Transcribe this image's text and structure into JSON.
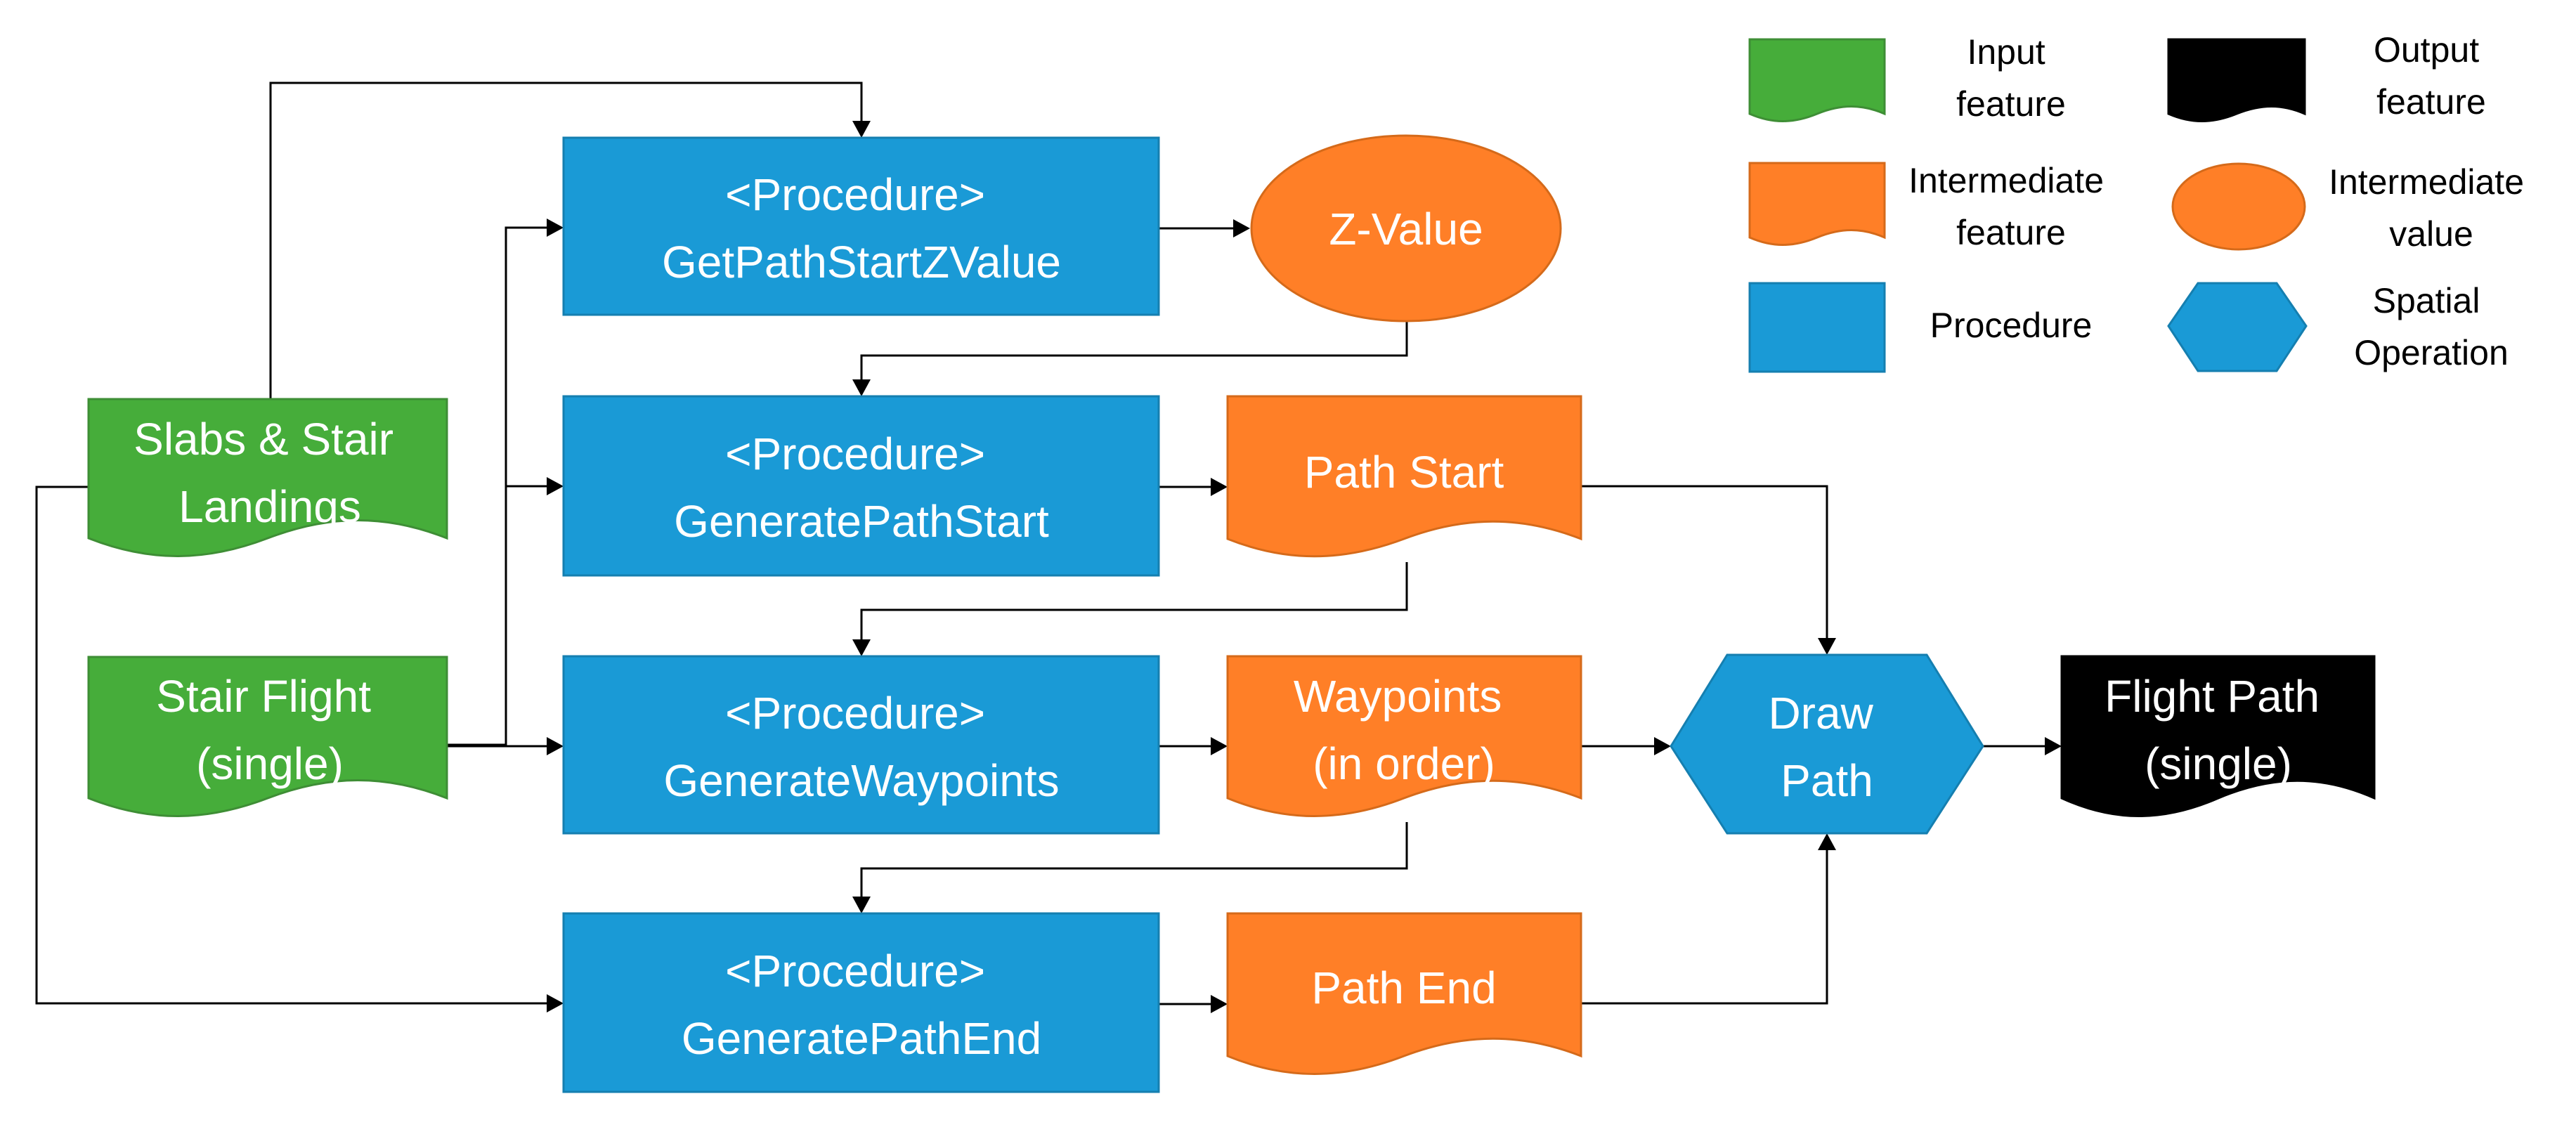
{
  "colors": {
    "input": "#46AD3A",
    "input_border": "#3E8E35",
    "intermediate": "#FF7F27",
    "intermediate_border": "#D56A1A",
    "procedure": "#1A9AD6",
    "procedure_border": "#157FB0",
    "output": "#000000",
    "text_light": "#FFFFFF",
    "text_dark": "#000000",
    "edge": "#000000"
  },
  "nodes": {
    "slabs": {
      "lines": [
        "Slabs & Stair",
        "Landings"
      ]
    },
    "stair_flight": {
      "lines": [
        "Stair Flight",
        "(single)"
      ]
    },
    "proc_zvalue": {
      "lines": [
        "<Procedure>",
        "GetPathStartZValue"
      ]
    },
    "proc_start": {
      "lines": [
        "<Procedure>",
        "GeneratePathStart"
      ]
    },
    "proc_waypoints": {
      "lines": [
        "<Procedure>",
        "GenerateWaypoints"
      ]
    },
    "proc_end": {
      "lines": [
        "<Procedure>",
        "GeneratePathEnd"
      ]
    },
    "zvalue": {
      "lines": [
        "Z-Value"
      ]
    },
    "path_start": {
      "lines": [
        "Path Start"
      ]
    },
    "waypoints": {
      "lines": [
        "Waypoints",
        "(in order)"
      ]
    },
    "path_end": {
      "lines": [
        "Path End"
      ]
    },
    "draw_path": {
      "lines": [
        "Draw",
        "Path"
      ]
    },
    "flight_path": {
      "lines": [
        "Flight Path",
        "(single)"
      ]
    }
  },
  "legend": {
    "input": {
      "lines": [
        "Input",
        "feature"
      ],
      "icon": "green-document-icon"
    },
    "output": {
      "lines": [
        "Output",
        "feature"
      ],
      "icon": "black-document-icon"
    },
    "intermediate_feature": {
      "lines": [
        "Intermediate",
        "feature"
      ],
      "icon": "orange-document-icon"
    },
    "intermediate_value": {
      "lines": [
        "Intermediate",
        "value"
      ],
      "icon": "orange-ellipse-icon"
    },
    "procedure": {
      "lines": [
        "Procedure"
      ],
      "icon": "blue-rectangle-icon"
    },
    "spatial_operation": {
      "lines": [
        "Spatial",
        "Operation"
      ],
      "icon": "blue-hexagon-icon"
    }
  }
}
